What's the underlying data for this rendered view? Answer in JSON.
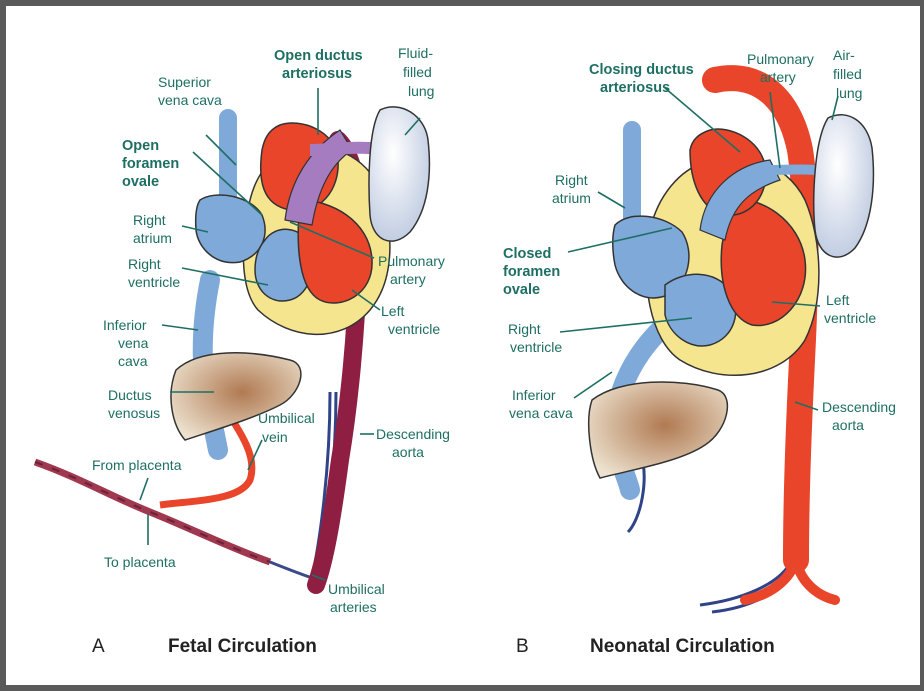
{
  "colors": {
    "oxygenated": "#e8452b",
    "deoxygenated": "#7ea9d8",
    "mixed": "#a57cc0",
    "descending_fetal": "#8e1f43",
    "myocardium": "#f6e58f",
    "lung": "#dfe6f2",
    "liver": "#cdb79a",
    "label_text": "#1e6f63",
    "frame": "#5a5a5a"
  },
  "fetal": {
    "labels": {
      "superior_vena_cava": [
        "Superior",
        "vena cava"
      ],
      "open_foramen_ovale": [
        "Open",
        "foramen",
        "ovale"
      ],
      "right_atrium": [
        "Right",
        "atrium"
      ],
      "right_ventricle": [
        "Right",
        "ventricle"
      ],
      "inferior_vena_cava": [
        "Inferior",
        "vena",
        "cava"
      ],
      "ductus_venosus": [
        "Ductus",
        "venosus"
      ],
      "from_placenta": "From placenta",
      "to_placenta": "To placenta",
      "open_ductus_arteriosus": [
        "Open ductus",
        "arteriosus"
      ],
      "fluid_filled_lung": [
        "Fluid-",
        "filled",
        "lung"
      ],
      "pulmonary_artery": [
        "Pulmonary",
        "artery"
      ],
      "left_ventricle": [
        "Left",
        "ventricle"
      ],
      "umbilical_vein": [
        "Umbilical",
        "vein"
      ],
      "descending_aorta": [
        "Descending",
        "aorta"
      ],
      "umbilical_arteries": [
        "Umbilical",
        "arteries"
      ]
    },
    "caption_letter": "A",
    "caption_title": "Fetal Circulation"
  },
  "neonatal": {
    "labels": {
      "closing_ductus_arteriosus": [
        "Closing ductus",
        "arteriosus"
      ],
      "pulmonary_artery": [
        "Pulmonary",
        "artery"
      ],
      "air_filled_lung": [
        "Air-",
        "filled",
        "lung"
      ],
      "right_atrium": [
        "Right",
        "atrium"
      ],
      "closed_foramen_ovale": [
        "Closed",
        "foramen",
        "ovale"
      ],
      "right_ventricle": [
        "Right",
        "ventricle"
      ],
      "inferior_vena_cava": [
        "Inferior",
        "vena cava"
      ],
      "left_ventricle": [
        "Left",
        "ventricle"
      ],
      "descending_aorta": [
        "Descending",
        "aorta"
      ]
    },
    "caption_letter": "B",
    "caption_title": "Neonatal Circulation"
  }
}
